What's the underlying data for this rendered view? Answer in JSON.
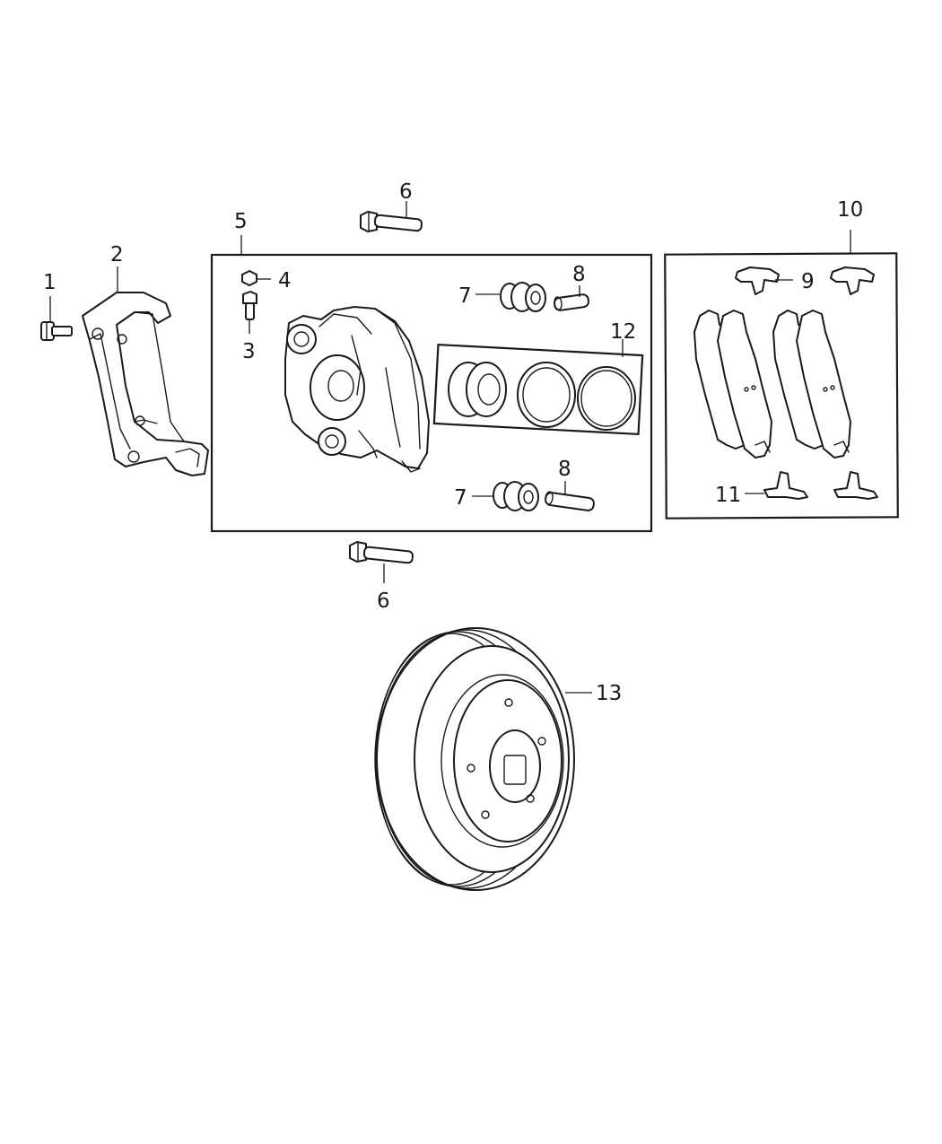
{
  "diagram": {
    "callouts": {
      "c1": "1",
      "c2": "2",
      "c3": "3",
      "c4": "4",
      "c5": "5",
      "c6_top": "6",
      "c6_bottom": "6",
      "c7_top": "7",
      "c7_bottom": "7",
      "c8_top": "8",
      "c8_bottom": "8",
      "c9": "9",
      "c10": "10",
      "c11": "11",
      "c12": "12",
      "c13": "13"
    },
    "icons": {
      "bolt": "bolt-icon",
      "caliper_bracket": "caliper-bracket-icon",
      "caliper": "caliper-housing-icon",
      "piston_kit": "piston-seal-kit-icon",
      "brake_pads": "brake-pad-icon",
      "rotor": "brake-rotor-icon"
    },
    "line_color": "#1a1a1a",
    "background_color": "#ffffff"
  }
}
